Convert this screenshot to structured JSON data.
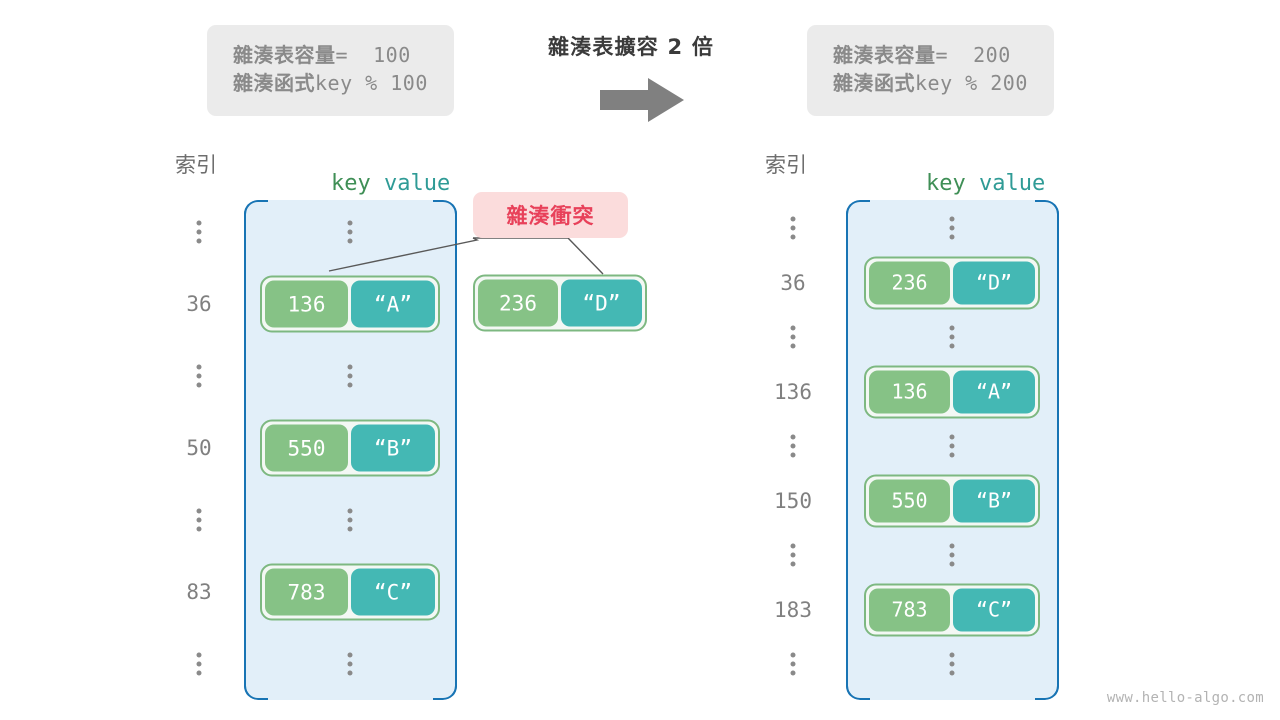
{
  "watermark": "www.hello-algo.com",
  "center": {
    "title": "雜湊表擴容 2 倍",
    "arrow_icon": "right-arrow-icon"
  },
  "left": {
    "info": {
      "capacity_label": "雜湊表容量",
      "capacity_value": "=  100",
      "function_label": "雜湊函式",
      "function_value": "key % 100"
    },
    "headers": {
      "index": "索引",
      "key": "key",
      "value": "value"
    },
    "rows": [
      {
        "index": "⋮",
        "type": "ellipsis"
      },
      {
        "index": "36",
        "type": "entry",
        "key": "136",
        "value": "“A”"
      },
      {
        "index": "⋮",
        "type": "ellipsis"
      },
      {
        "index": "50",
        "type": "entry",
        "key": "550",
        "value": "“B”"
      },
      {
        "index": "⋮",
        "type": "ellipsis"
      },
      {
        "index": "83",
        "type": "entry",
        "key": "783",
        "value": "“C”"
      },
      {
        "index": "⋮",
        "type": "ellipsis"
      }
    ]
  },
  "right": {
    "info": {
      "capacity_label": "雜湊表容量",
      "capacity_value": "=  200",
      "function_label": "雜湊函式",
      "function_value": "key % 200"
    },
    "headers": {
      "index": "索引",
      "key": "key",
      "value": "value"
    },
    "rows": [
      {
        "index": "⋮",
        "type": "ellipsis"
      },
      {
        "index": "36",
        "type": "entry",
        "key": "236",
        "value": "“D”"
      },
      {
        "index": "⋮",
        "type": "ellipsis"
      },
      {
        "index": "136",
        "type": "entry",
        "key": "136",
        "value": "“A”"
      },
      {
        "index": "⋮",
        "type": "ellipsis"
      },
      {
        "index": "150",
        "type": "entry",
        "key": "550",
        "value": "“B”"
      },
      {
        "index": "⋮",
        "type": "ellipsis"
      },
      {
        "index": "183",
        "type": "entry",
        "key": "783",
        "value": "“C”"
      },
      {
        "index": "⋮",
        "type": "ellipsis"
      }
    ]
  },
  "collision": {
    "label": "雜湊衝突",
    "colliding_entry": {
      "key": "236",
      "value": "“D”"
    }
  },
  "colors": {
    "key_fill": "#86c286",
    "value_fill": "#44b8b4",
    "entry_border": "#7db881",
    "table_fill": "#e2eff9",
    "table_border": "#1874b4",
    "collision_fill": "#fbdcdc",
    "collision_text": "#e8415a",
    "info_fill": "#ebebeb",
    "arrow_fill": "#808080"
  }
}
